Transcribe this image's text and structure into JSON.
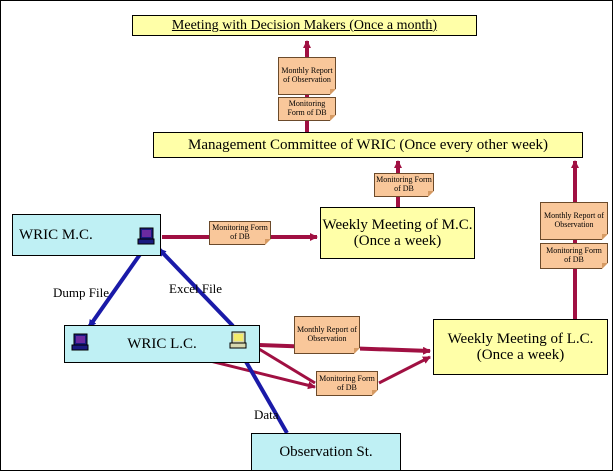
{
  "boxes": {
    "meeting_decision_makers": "Meeting with Decision Makers (Once a month)",
    "management_committee": "Management Committee of WRIC (Once every other week)",
    "wric_mc": "WRIC M.C.",
    "weekly_mc": "Weekly Meeting of M.C.\n(Once a week)",
    "wric_lc": "WRIC L.C.",
    "weekly_lc": "Weekly Meeting of L.C.\n(Once a week)",
    "observation_st": "Observation St."
  },
  "notes": {
    "monthly_report": "Monthly Report of Observation",
    "monitoring_form": "Monitoring Form of DB"
  },
  "labels": {
    "dump_file": "Dump File",
    "excel_file": "Excel File",
    "data": "Data"
  },
  "colors": {
    "arrow_red": "#a01042",
    "arrow_blue": "#1a1aa8",
    "box_yellow": "#ffffa8",
    "box_cyan": "#bff0f4",
    "note_orange": "#f9c79a"
  },
  "icons": [
    "computer-icon"
  ]
}
